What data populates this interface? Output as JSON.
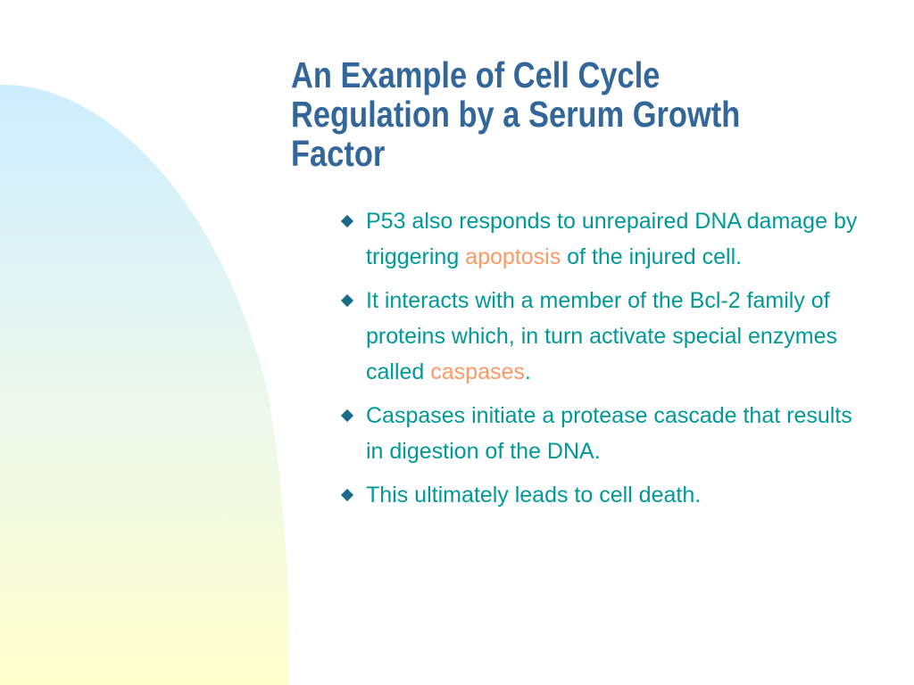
{
  "slide": {
    "title_lines": [
      "An Example of Cell Cycle",
      "Regulation by a Serum Growth",
      "Factor"
    ],
    "bullets": [
      {
        "parts": [
          "P53 also responds to unrepaired DNA damage by triggering ",
          "apoptosis",
          " of the injured cell."
        ]
      },
      {
        "parts": [
          "It interacts with a member of the Bcl-2 family of proteins which, in turn activate special enzymes called ",
          "caspases",
          "."
        ]
      },
      {
        "parts": [
          "Caspases initiate a protease cascade that results in digestion of the DNA."
        ]
      },
      {
        "parts": [
          "This ultimately leads to cell death."
        ]
      }
    ]
  },
  "colors": {
    "title": "#336699",
    "body_text": "#009999",
    "highlight": "#ff9966",
    "bullet_marker": "#1a6b8a",
    "decoration_top": "#cdeeff",
    "decoration_bottom": "#ffffcc"
  }
}
